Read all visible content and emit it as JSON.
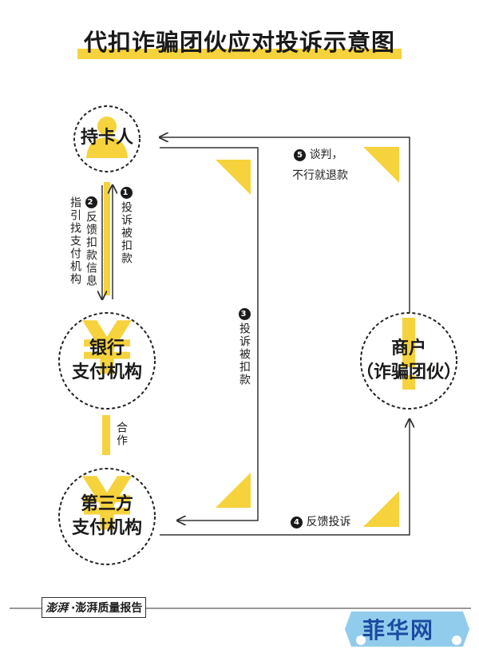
{
  "title": "代扣诈骗团伙应对投诉示意图",
  "nodes": {
    "cardholder": "持卡人",
    "bank": [
      "银行",
      "支付机构"
    ],
    "third_party": [
      "第三方",
      "支付机构"
    ],
    "merchant": [
      "商户",
      "（诈骗团伙）"
    ]
  },
  "edges": {
    "e1": {
      "num": "1",
      "text": "投诉被扣款"
    },
    "e2": {
      "num": "2",
      "text": "反馈扣款信息",
      "text2": "指引找支付机构"
    },
    "e3": {
      "num": "3",
      "text": "投诉被扣款"
    },
    "e4": {
      "num": "4",
      "text": "反馈投诉"
    },
    "e5": {
      "num": "5",
      "text": "谈判，",
      "text2": "不行就退款"
    },
    "coop": "合作"
  },
  "footer": {
    "brand_seal": "澎湃",
    "brand": "·澎湃质量报告"
  },
  "watermark": "菲华网",
  "colors": {
    "accent": "#f6d23c",
    "line": "#333333"
  }
}
